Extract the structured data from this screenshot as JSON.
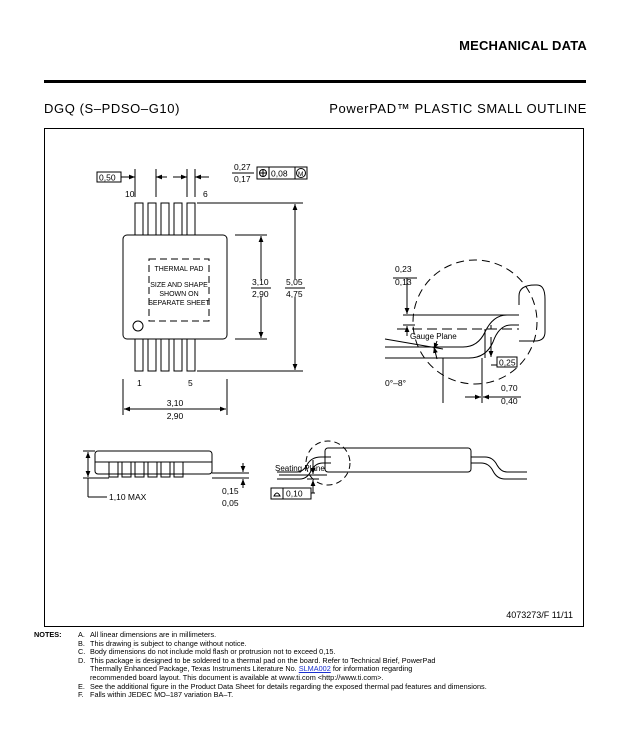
{
  "header": {
    "title": "MECHANICAL DATA"
  },
  "package": {
    "code": "DGQ (S–PDSO–G10)",
    "description": "PowerPAD™ PLASTIC SMALL OUTLINE"
  },
  "top_view": {
    "pitch": "0,50",
    "lead_width_max": "0,27",
    "lead_width_min": "0,17",
    "tolerance_value": "0,08",
    "tolerance_mod": "M",
    "pin_10": "10",
    "pin_6": "6",
    "pin_1": "1",
    "pin_5": "5",
    "thermal_pad_title": "THERMAL PAD",
    "thermal_pad_line2": "SIZE AND SHAPE",
    "thermal_pad_line3": "SHOWN ON",
    "thermal_pad_line4": "SEPARATE SHEET",
    "body_width_max": "3,10",
    "body_width_min": "2,90",
    "total_width_max": "5,05",
    "total_width_min": "4,75",
    "body_length_max": "3,10",
    "body_length_min": "2,90"
  },
  "detail_view": {
    "gauge_label": "Gauge Plane",
    "height_max": "0,23",
    "height_min": "0,13",
    "gauge_value": "0,25",
    "angle": "0°–8°",
    "foot_max": "0,70",
    "foot_min": "0,40"
  },
  "side_view": {
    "height_label": "1,10 MAX",
    "standoff_max": "0,15",
    "standoff_min": "0,05",
    "seating_label": "Seating Plane",
    "coplanarity": "0,10"
  },
  "drawing_number": "4073273/F 11/11",
  "notes": {
    "label": "NOTES:",
    "items": [
      {
        "letter": "A.",
        "text": "All linear dimensions are in millimeters."
      },
      {
        "letter": "B.",
        "text": "This drawing is subject to change without notice."
      },
      {
        "letter": "C.",
        "text": "Body dimensions do not include mold flash or protrusion not to exceed 0,15."
      },
      {
        "letter": "D.",
        "text": "This package is designed to be soldered to a thermal pad on the board.  Refer to Technical Brief, PowerPad"
      },
      {
        "letter": "",
        "text_before": "Thermally Enhanced Package, Texas Instruments Literature No. ",
        "link": "SLMA002",
        "text_after": " for information regarding"
      },
      {
        "letter": "",
        "text": "recommended board layout.  This document is available at www.ti.com <http://www.ti.com>."
      },
      {
        "letter": "E.",
        "text": "See the additional figure in the Product Data Sheet for details regarding the exposed thermal pad features and dimensions."
      },
      {
        "letter": "F.",
        "text": "Falls within JEDEC MO–187 variation BA–T."
      }
    ]
  }
}
